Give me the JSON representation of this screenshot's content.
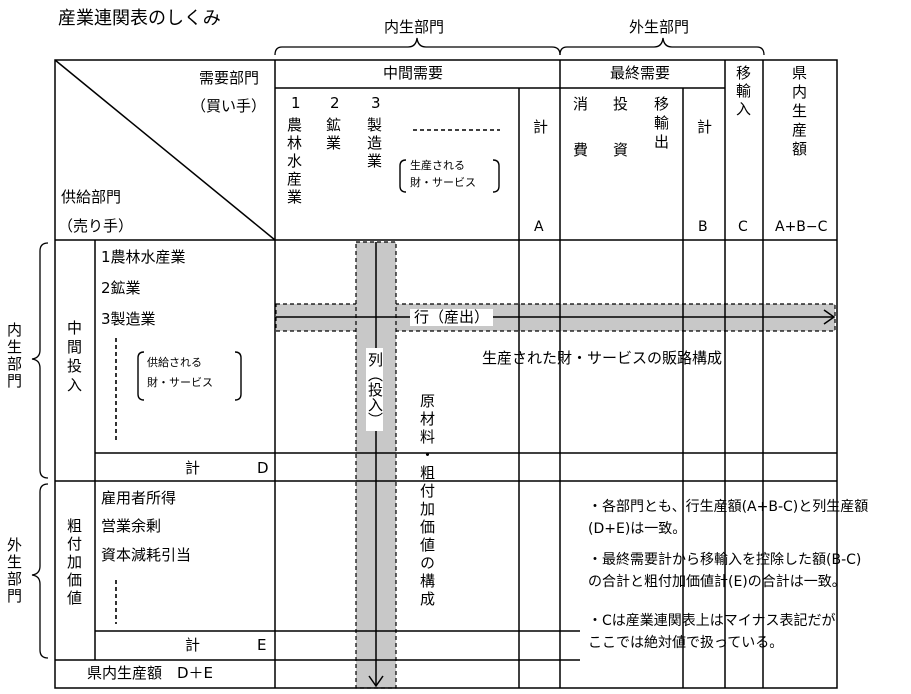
{
  "title": "産業連関表のしくみ",
  "header": {
    "endogenous": "内生部門",
    "exogenous": "外生部門",
    "demand_sector": "需要部門",
    "buyer": "（買い手）",
    "supply_sector": "供給部門",
    "seller": "（売り手）",
    "intermediate_demand": "中間需要",
    "final_demand": "最終需要",
    "imports": "移輸入",
    "prefectural_output": "県内生産額"
  },
  "columns": {
    "c1_num": "1",
    "c1_label": "農林水産業",
    "c2_num": "2",
    "c2_label": "鉱業",
    "c3_num": "3",
    "c3_label": "製造業",
    "bracket_line1": "生産される",
    "bracket_line2": "財・サービス",
    "total": "計",
    "total_code": "A",
    "consumption": "消費",
    "investment": "投資",
    "export": "移輸出",
    "final_total": "計",
    "final_code": "B",
    "import_code": "C",
    "output_code": "A+B−C"
  },
  "rows": {
    "endogenous_left": "内生部門",
    "intermediate_input": "中間投入",
    "r1": "1農林水産業",
    "r2": "2鉱業",
    "r3": "3製造業",
    "bracket_line1": "供給される",
    "bracket_line2": "財・サービス",
    "total": "計",
    "total_code": "D",
    "exogenous_left": "外生部門",
    "value_added": "粗付加価値",
    "employee_income": "雇用者所得",
    "operating_surplus": "営業余剰",
    "depreciation": "資本減耗引当",
    "va_total": "計",
    "va_code": "E",
    "output_row": "県内生産額　D＋E"
  },
  "annotations": {
    "row_output": "行（産出）",
    "sales_structure": "生産された財・サービスの販路構成",
    "column_input": "列（投入）",
    "materials_structure": "原材料・粗付加価値の構成"
  },
  "notes": {
    "n1_line1": "・各部門とも、行生産額(A+B-C)と列生産額",
    "n1_line2": "(D+E)は一致。",
    "n2_line1": "・最終需要計から移輸入を控除した額(B-C)",
    "n2_line2": "の合計と粗付加価値計(E)の合計は一致。",
    "n3_line1": "・Cは産業連関表上はマイナス表記だが",
    "n3_line2": "ここでは絶対値で扱っている。"
  },
  "colors": {
    "band_fill": "#c8c8c8",
    "line": "#000000"
  }
}
